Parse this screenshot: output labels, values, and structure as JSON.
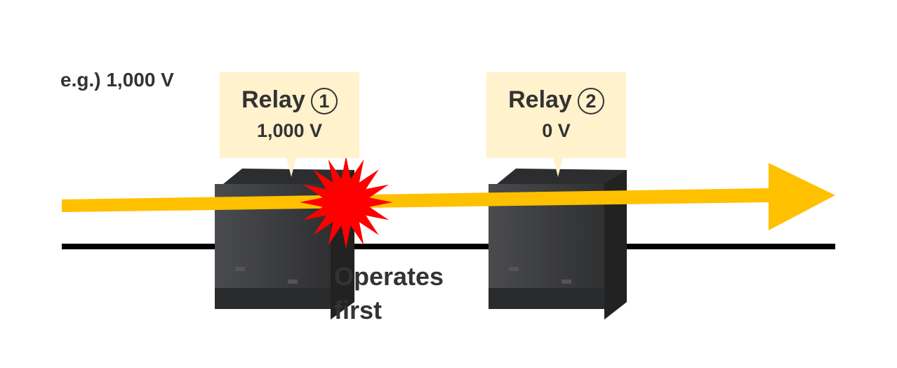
{
  "example_label": "e.g.) 1,000 V",
  "relays": [
    {
      "name": "Relay",
      "number": "1",
      "voltage": "1,000 V"
    },
    {
      "name": "Relay",
      "number": "2",
      "voltage": "0 V"
    }
  ],
  "annotation": {
    "line1": "Operates",
    "line2": "first"
  },
  "colors": {
    "arrow": "#ffc000",
    "callout": "#fff2cc",
    "burst": "#ff0000",
    "line": "#000000",
    "relay_body": "#3a3b3d"
  }
}
